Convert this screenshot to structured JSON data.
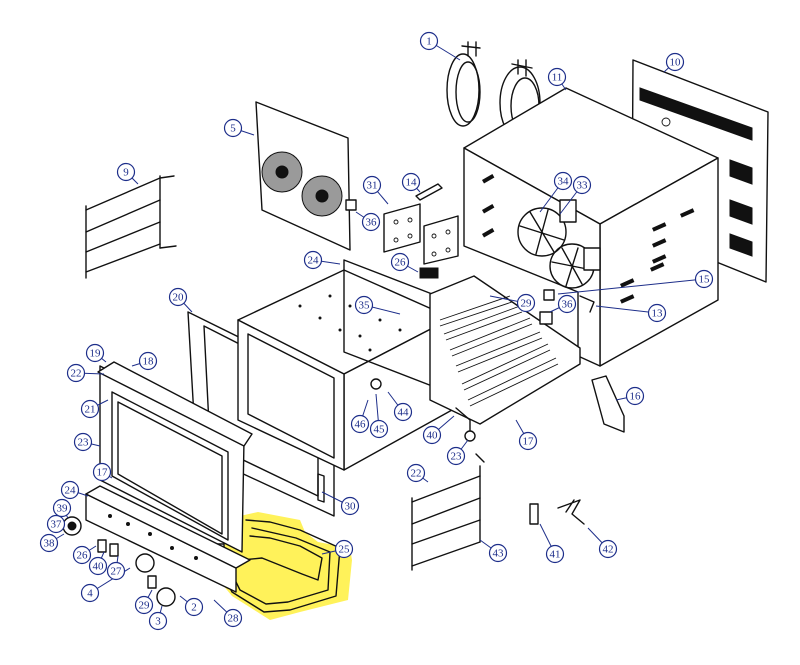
{
  "diagram": {
    "highlight_color": "#fff25a",
    "callout_color": "#1d2e8a",
    "highlighted_part": "25",
    "callouts": [
      {
        "id": "c1",
        "label": "1"
      },
      {
        "id": "c2",
        "label": "2"
      },
      {
        "id": "c3",
        "label": "3"
      },
      {
        "id": "c4",
        "label": "4"
      },
      {
        "id": "c5",
        "label": "5"
      },
      {
        "id": "c9",
        "label": "9"
      },
      {
        "id": "c10",
        "label": "10"
      },
      {
        "id": "c11",
        "label": "11"
      },
      {
        "id": "c13",
        "label": "13"
      },
      {
        "id": "c14",
        "label": "14"
      },
      {
        "id": "c15",
        "label": "15"
      },
      {
        "id": "c16",
        "label": "16"
      },
      {
        "id": "c17a",
        "label": "17"
      },
      {
        "id": "c17b",
        "label": "17"
      },
      {
        "id": "c18",
        "label": "18"
      },
      {
        "id": "c19",
        "label": "19"
      },
      {
        "id": "c20",
        "label": "20"
      },
      {
        "id": "c21",
        "label": "21"
      },
      {
        "id": "c22a",
        "label": "22"
      },
      {
        "id": "c22b",
        "label": "22"
      },
      {
        "id": "c23a",
        "label": "23"
      },
      {
        "id": "c23b",
        "label": "23"
      },
      {
        "id": "c24a",
        "label": "24"
      },
      {
        "id": "c24b",
        "label": "24"
      },
      {
        "id": "c25",
        "label": "25"
      },
      {
        "id": "c26a",
        "label": "26"
      },
      {
        "id": "c26b",
        "label": "26"
      },
      {
        "id": "c27",
        "label": "27"
      },
      {
        "id": "c28",
        "label": "28"
      },
      {
        "id": "c29a",
        "label": "29"
      },
      {
        "id": "c29b",
        "label": "29"
      },
      {
        "id": "c30",
        "label": "30"
      },
      {
        "id": "c31",
        "label": "31"
      },
      {
        "id": "c33",
        "label": "33"
      },
      {
        "id": "c34",
        "label": "34"
      },
      {
        "id": "c35",
        "label": "35"
      },
      {
        "id": "c36a",
        "label": "36"
      },
      {
        "id": "c36b",
        "label": "36"
      },
      {
        "id": "c37",
        "label": "37"
      },
      {
        "id": "c38",
        "label": "38"
      },
      {
        "id": "c39",
        "label": "39"
      },
      {
        "id": "c40a",
        "label": "40"
      },
      {
        "id": "c40b",
        "label": "40"
      },
      {
        "id": "c41",
        "label": "41"
      },
      {
        "id": "c42",
        "label": "42"
      },
      {
        "id": "c43",
        "label": "43"
      },
      {
        "id": "c44",
        "label": "44"
      },
      {
        "id": "c45",
        "label": "45"
      },
      {
        "id": "c46",
        "label": "46"
      }
    ]
  }
}
